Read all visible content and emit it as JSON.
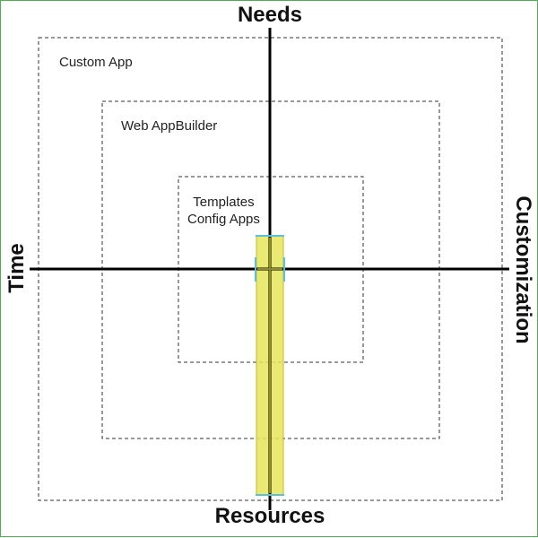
{
  "axes": {
    "top": "Needs",
    "bottom": "Resources",
    "left": "Time",
    "right": "Customization"
  },
  "boxes": {
    "outer": "Custom App",
    "middle": "Web AppBuilder",
    "inner_line1": "Templates",
    "inner_line2": "Config Apps"
  },
  "colors": {
    "frame": "#4caf50",
    "axis": "#000000",
    "dashed_box": "#333333",
    "highlight_fill": "#e6e65a",
    "highlight_stroke": "#bcbc2e",
    "marker": "#5bc0de"
  }
}
